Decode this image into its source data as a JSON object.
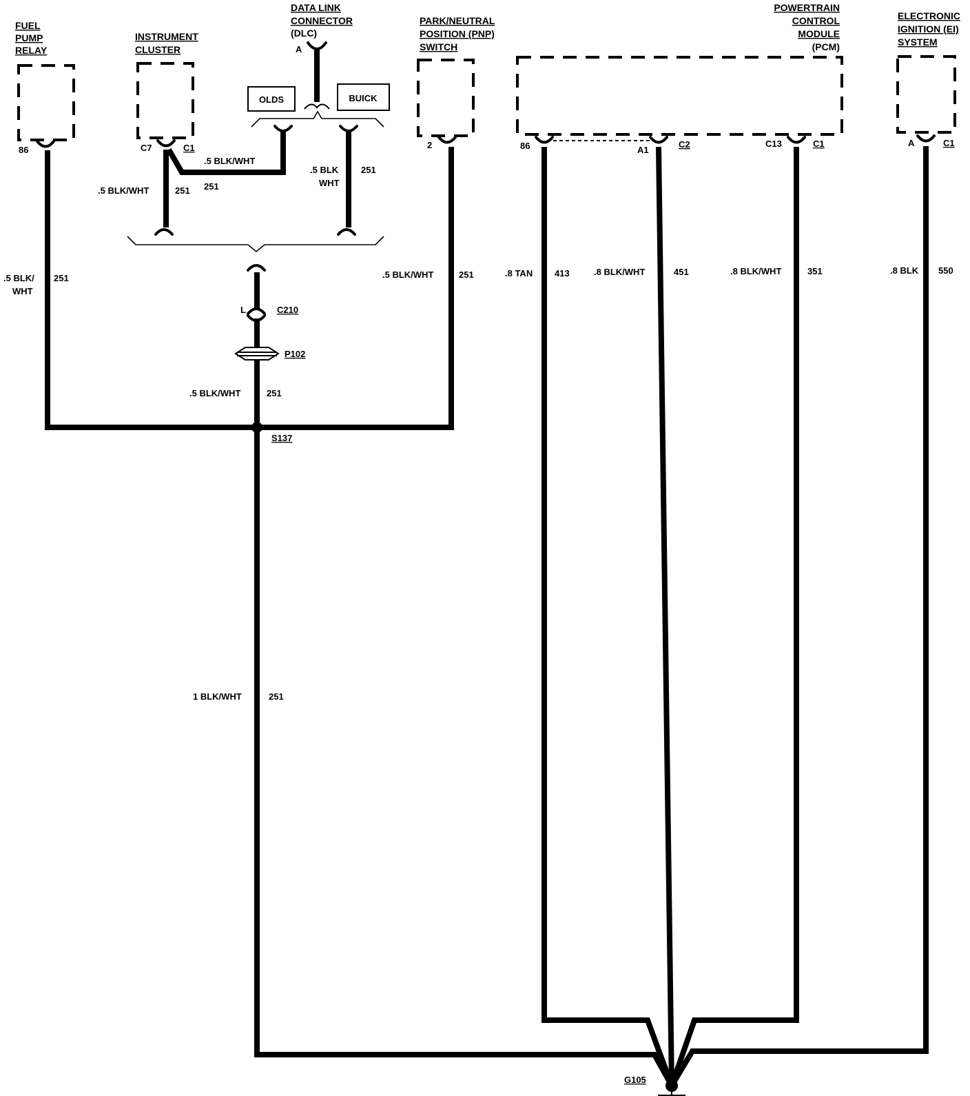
{
  "components": {
    "fuel_pump_relay": {
      "line1": "FUEL",
      "line2": "PUMP",
      "line3": "RELAY",
      "pin": "86"
    },
    "instrument_cluster": {
      "line1": "INSTRUMENT",
      "line2": "CLUSTER",
      "pin": "C7",
      "connector": "C1"
    },
    "dlc": {
      "line1": "DATA LINK",
      "line2": "CONNECTOR",
      "line3": "(DLC)",
      "pin": "A"
    },
    "pnp_switch": {
      "line1": "PARK/NEUTRAL",
      "line2": "POSITION (PNP)",
      "line3": "SWITCH",
      "pin": "2"
    },
    "pcm": {
      "line1": "POWERTRAIN",
      "line2": "CONTROL",
      "line3": "MODULE",
      "line4": "(PCM)",
      "pin1": "86",
      "pin2": "A1",
      "conn2": "C2",
      "pin3": "C13",
      "conn3": "C1"
    },
    "ei_system": {
      "line1": "ELECTRONIC",
      "line2": "IGNITION (EI)",
      "line3": "SYSTEM",
      "pin": "A",
      "connector": "C1"
    }
  },
  "options": {
    "olds": "OLDS",
    "buick": "BUICK"
  },
  "wires": {
    "relay": {
      "size1": ".5 BLK/",
      "size2": "WHT",
      "circuit": "251"
    },
    "cluster_to_dlc": {
      "size": ".5 BLK/WHT",
      "circuit": "251"
    },
    "cluster_down": {
      "size": ".5 BLK/WHT",
      "circuit": "251"
    },
    "buick_down": {
      "size1": ".5 BLK",
      "size2": "WHT",
      "circuit": "251"
    },
    "pnp": {
      "size": ".5 BLK/WHT",
      "circuit": "251"
    },
    "splice_upper": {
      "size": ".5 BLK/WHT",
      "circuit": "251"
    },
    "main": {
      "size": "1 BLK/WHT",
      "circuit": "251"
    },
    "pcm_86": {
      "size": ".8 TAN",
      "circuit": "413"
    },
    "pcm_a1": {
      "size": ".8 BLK/WHT",
      "circuit": "451"
    },
    "pcm_c13": {
      "size": ".8 BLK/WHT",
      "circuit": "351"
    },
    "ei": {
      "size": ".8 BLK",
      "circuit": "550"
    }
  },
  "connectors": {
    "c210_pin": "L",
    "c210": "C210",
    "p102": "P102"
  },
  "splice": "S137",
  "ground": "G105"
}
